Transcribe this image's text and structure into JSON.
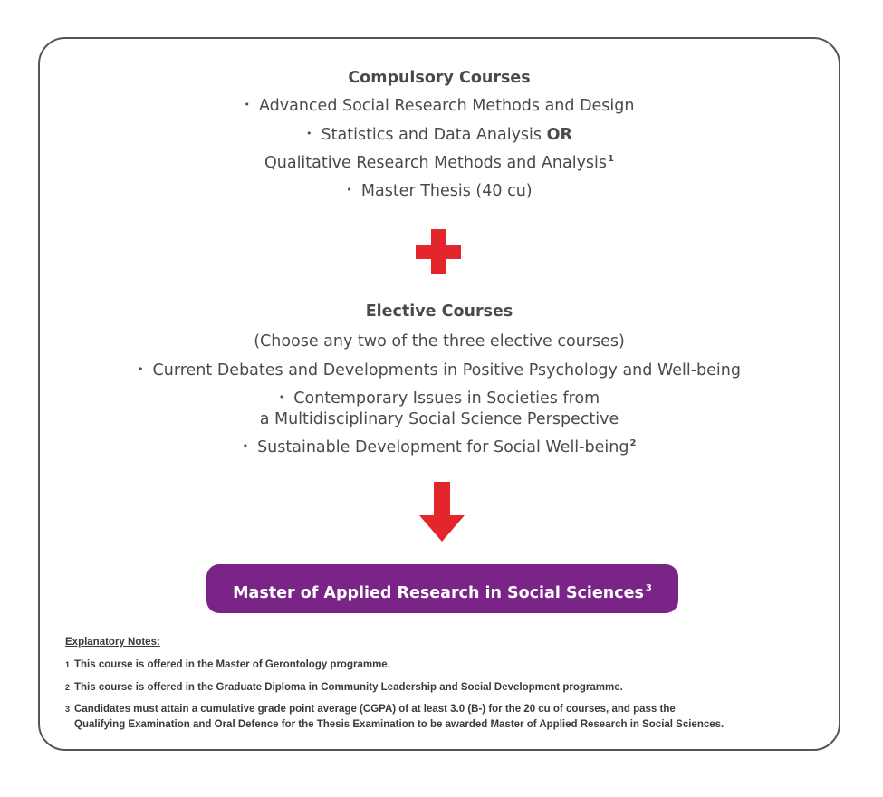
{
  "compulsory": {
    "heading": "Compulsory Courses",
    "item1": "Advanced Social Research Methods and Design",
    "item2_text": "Statistics and Data Analysis",
    "item2_or": "OR",
    "item2_line2": "Qualitative Research Methods and Analysis",
    "item2_footnote": "1",
    "item3": "Master Thesis (40 cu)"
  },
  "elective": {
    "heading": "Elective Courses",
    "instruction": "(Choose any two of the three elective courses)",
    "item1": "Current Debates and Developments in Positive Psychology and Well-being",
    "item2_line1": "Contemporary Issues in Societies from",
    "item2_line2": "a Multidisciplinary Social Science Perspective",
    "item3": "Sustainable Development for Social Well-being",
    "item3_footnote": "2"
  },
  "bullet": "•",
  "result": {
    "label": "Master of Applied Research in Social Sciences",
    "footnote": "3"
  },
  "notes": {
    "title": "Explanatory Notes:",
    "items": [
      {
        "num": "1",
        "text": "This course is offered in the Master of Gerontology programme."
      },
      {
        "num": "2",
        "text": "This course is offered in the Graduate Diploma in Community Leadership and Social Development programme."
      },
      {
        "num": "3",
        "text_line1": "Candidates must attain a cumulative grade point average (CGPA) of at least 3.0 (B-) for the 20 cu of courses, and pass the",
        "text_line2": "Qualifying Examination and Oral Defence for the Thesis Examination to be awarded Master of Applied Research in Social Sciences."
      }
    ]
  },
  "colors": {
    "accent_red": "#e3262c",
    "accent_purple": "#7a2488",
    "text": "#4a4a4a"
  },
  "icons": [
    "plus-icon",
    "arrow-down-icon"
  ]
}
